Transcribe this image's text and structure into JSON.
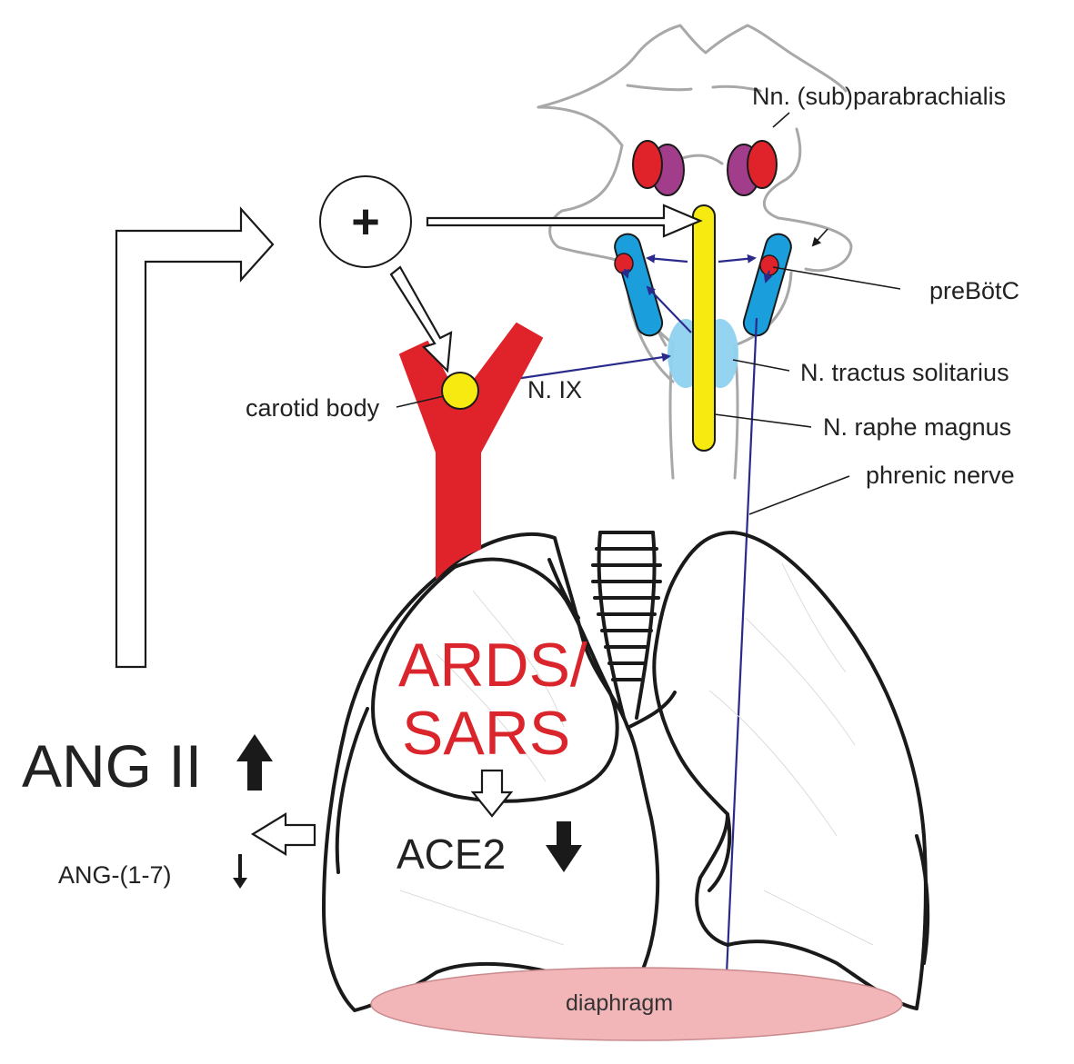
{
  "labels": {
    "parabrachialis": "Nn. (sub)parabrachialis",
    "prebotc": "preBötC",
    "tractus_solitarius": "N. tractus solitarius",
    "raphe_magnus": "N. raphe magnus",
    "phrenic_nerve": "phrenic nerve",
    "carotid_body": "carotid body",
    "n_ix": "N. IX",
    "ards_line1": "ARDS/",
    "ards_line2": "SARS",
    "ace2": "ACE2",
    "ang_ii": "ANG II",
    "ang_1_7": "ANG-(1-7)",
    "diaphragm": "diaphragm",
    "plus_sign": "+"
  },
  "colors": {
    "artery": "#e0232a",
    "spinal_yellow": "#f6ea10",
    "respiratory_blue": "#1b9fdc",
    "solitarius_blue": "#8fd2ef",
    "parabrachial_purple": "#a23d8c",
    "diaphragm_pink": "#f2b5b8",
    "nerve_navy": "#2a2a8c",
    "ards_text": "#d9252b"
  },
  "icons": {
    "ang_ii_trend": "arrow-up-icon",
    "ace2_trend": "arrow-down-icon",
    "ang_1_7_trend": "arrow-down-thin-icon"
  }
}
